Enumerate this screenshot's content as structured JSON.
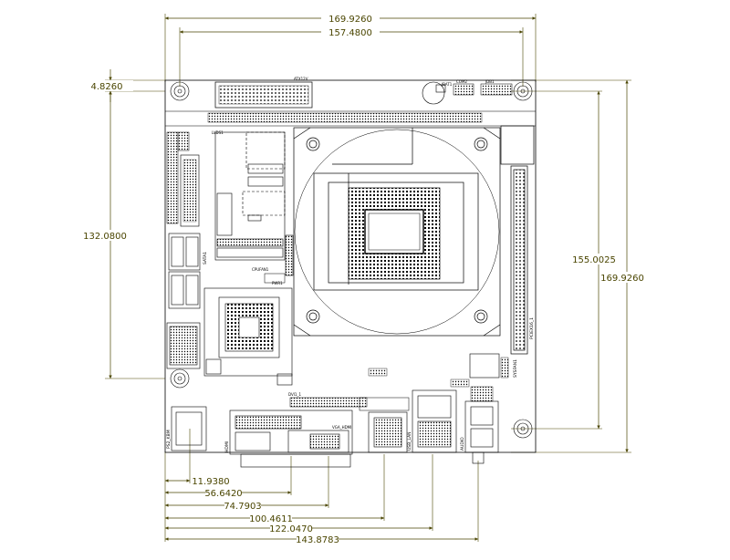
{
  "dimensions": {
    "top_width": "169.9260",
    "inner_width": "157.4800",
    "left_offset": "4.8260",
    "left_height": "132.0800",
    "right_inner_height": "155.0025",
    "right_height": "169.9260",
    "bottom_1": "11.9380",
    "bottom_2": "56.6420",
    "bottom_3": "74.7903",
    "bottom_4": "100.4611",
    "bottom_5": "122.0470",
    "bottom_6": "143.8783"
  },
  "connector_labels": {
    "pcie": "PCIEX16_1",
    "atx": "ATX12V",
    "dvi": "DVI1_1",
    "vga": "VGA_HDMI",
    "hdmi": "HDMI",
    "usb_lan": "USB_LAN",
    "audio": "AUDIO",
    "ps2": "PS2_KBM",
    "lvds": "LVDS1",
    "sata": "SATA1",
    "cpu_fan": "CPUFAN1",
    "jbat": "JBAT1",
    "pwr": "PWR1",
    "com": "COM2",
    "fan2": "SYSFAN1",
    "jdb": "JDB1"
  },
  "colors": {
    "dimension": "#4a4500",
    "outline": "#000000"
  }
}
